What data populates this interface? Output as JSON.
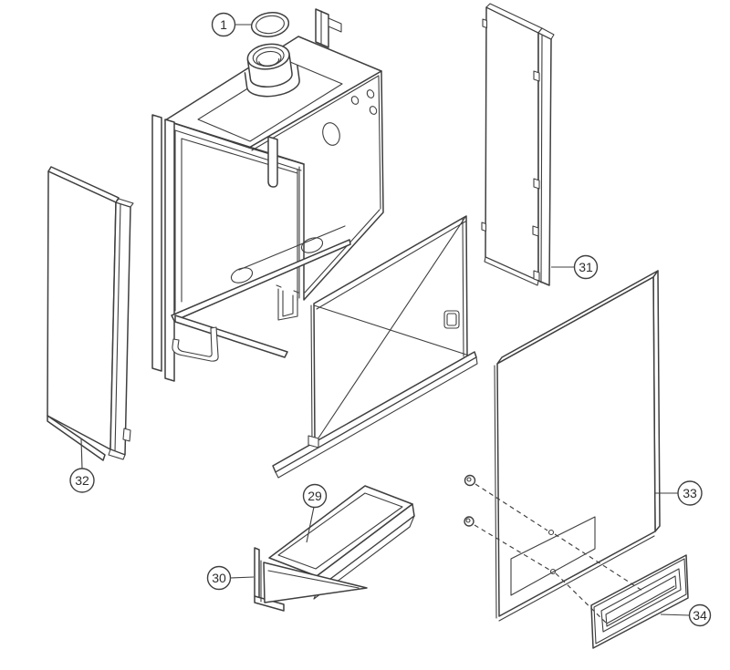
{
  "diagram": {
    "type": "exploded-parts-diagram",
    "subject": "appliance casing assembly",
    "background_color": "#ffffff",
    "line_color": "#3f3f3f",
    "callouts": [
      {
        "label": "1",
        "part": "flue-collar-gasket"
      },
      {
        "label": "29",
        "part": "bottom-shelf-channel"
      },
      {
        "label": "30",
        "part": "shelf-end-bracket"
      },
      {
        "label": "31",
        "part": "right-side-panel"
      },
      {
        "label": "32",
        "part": "left-side-panel"
      },
      {
        "label": "33",
        "part": "front-panel"
      },
      {
        "label": "34",
        "part": "grille-frame"
      }
    ]
  }
}
